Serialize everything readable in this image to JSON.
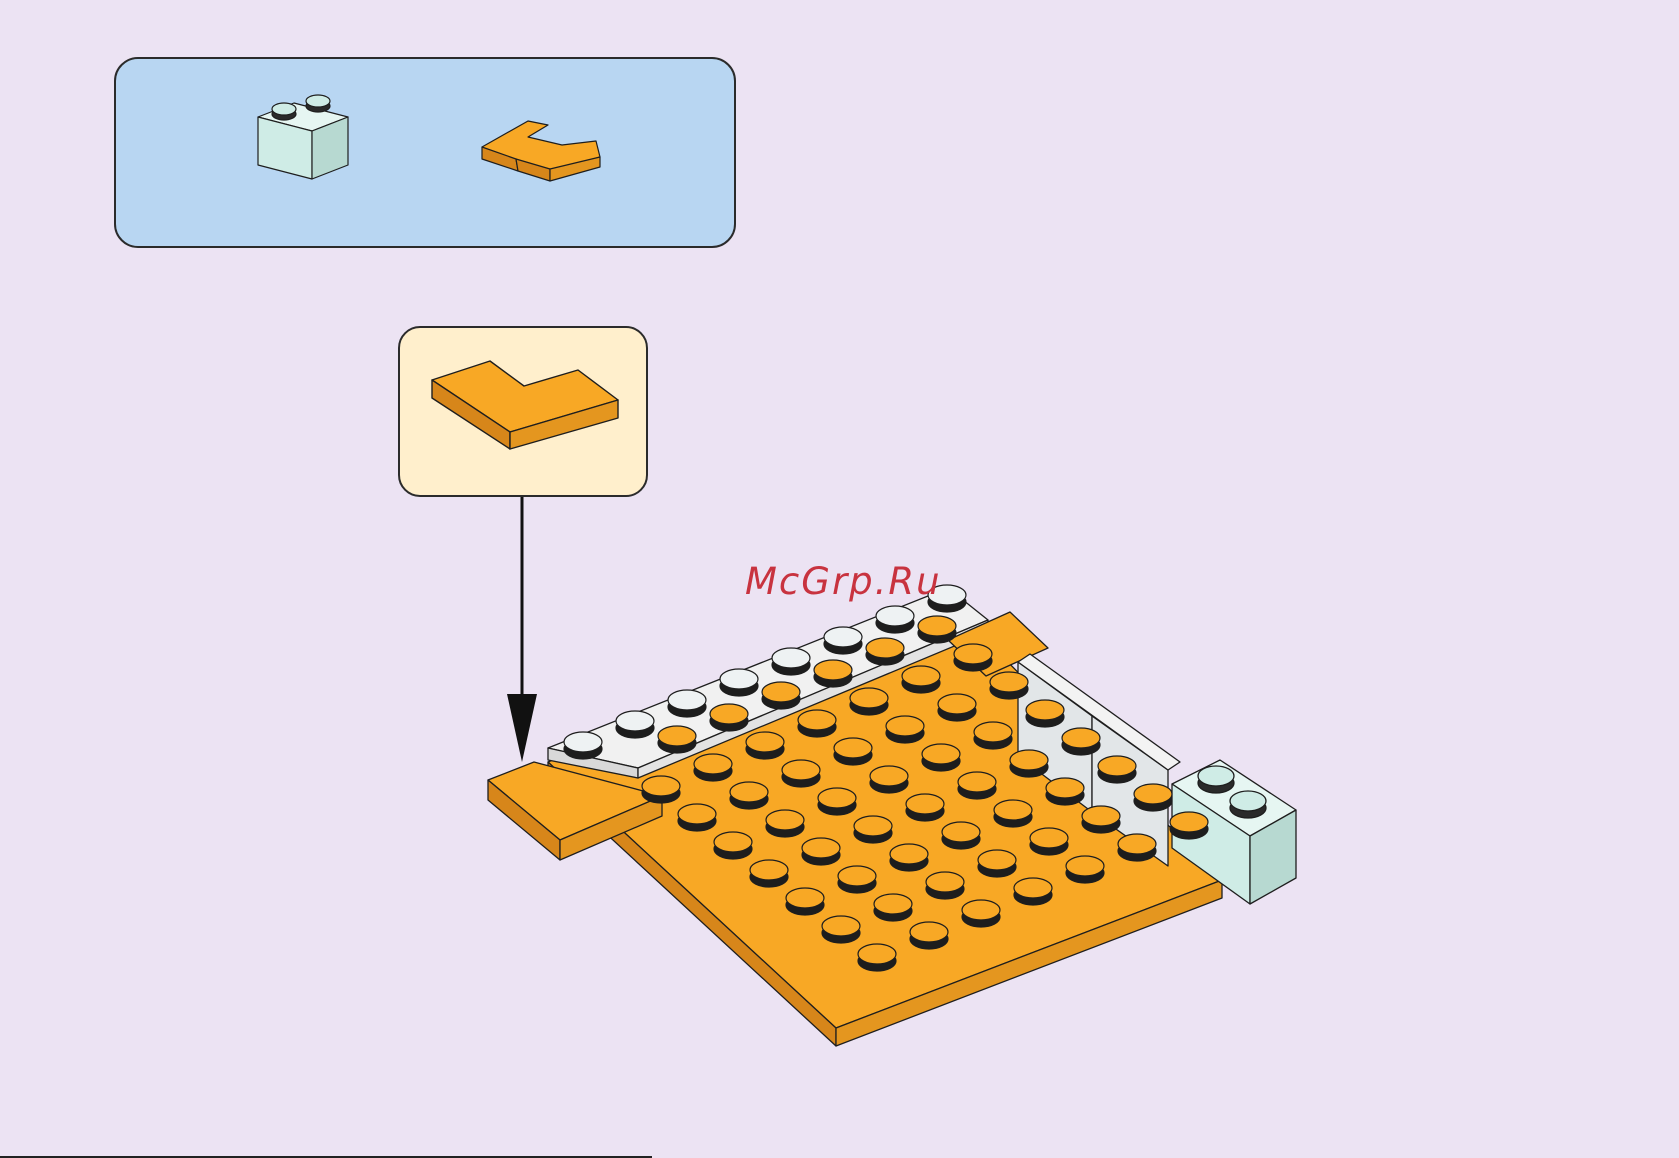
{
  "watermark": "McGrp.Ru",
  "parts_list": [
    {
      "part": "brick-1x2",
      "color": "#cfece6"
    },
    {
      "part": "corner-tile-2x2",
      "color": "#f8a825"
    }
  ],
  "colors": {
    "background": "#ece3f3",
    "parts_panel": "#b8d6f2",
    "subassembly_panel": "#ffefcc",
    "orange": "#f8a825",
    "white": "#f1f1f1",
    "light_aqua": "#cfece6",
    "outline": "#1e1e1e"
  }
}
